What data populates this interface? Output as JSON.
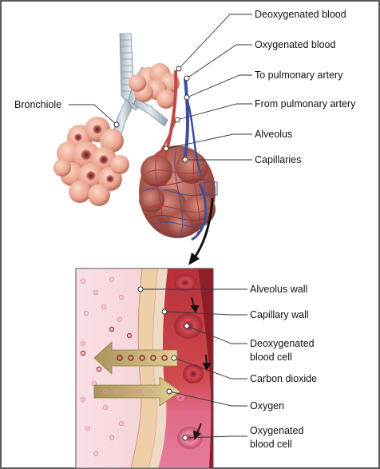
{
  "top_labels": {
    "deoxygenated_blood": "Deoxygenated blood",
    "oxygenated_blood": "Oxygenated blood",
    "to_pulmonary_artery": "To pulmonary artery",
    "from_pulmonary_artery": "From pulmonary artery",
    "alveolus": "Alveolus",
    "capillaries": "Capillaries",
    "bronchiole": "Bronchiole"
  },
  "inset_labels": {
    "alveolus_wall": "Alveolus wall",
    "capillary_wall": "Capillary wall",
    "deoxygenated_blood_cell_line1": "Deoxygenated",
    "deoxygenated_blood_cell_line2": "blood cell",
    "carbon_dioxide": "Carbon dioxide",
    "oxygen": "Oxygen",
    "oxygenated_blood_cell_line1": "Oxygenated",
    "oxygenated_blood_cell_line2": "blood cell"
  },
  "colors": {
    "alveolus_tissue": "#e9a48f",
    "airway": "#c9d6de",
    "artery_red": "#b5343a",
    "vein_blue": "#3e4f9a",
    "inset_air": "#f7dbe0",
    "capillary_blood": "#c8404a",
    "oxygenated_blood": "#e06a8e",
    "arrow_gas": "#c9ae6a"
  }
}
